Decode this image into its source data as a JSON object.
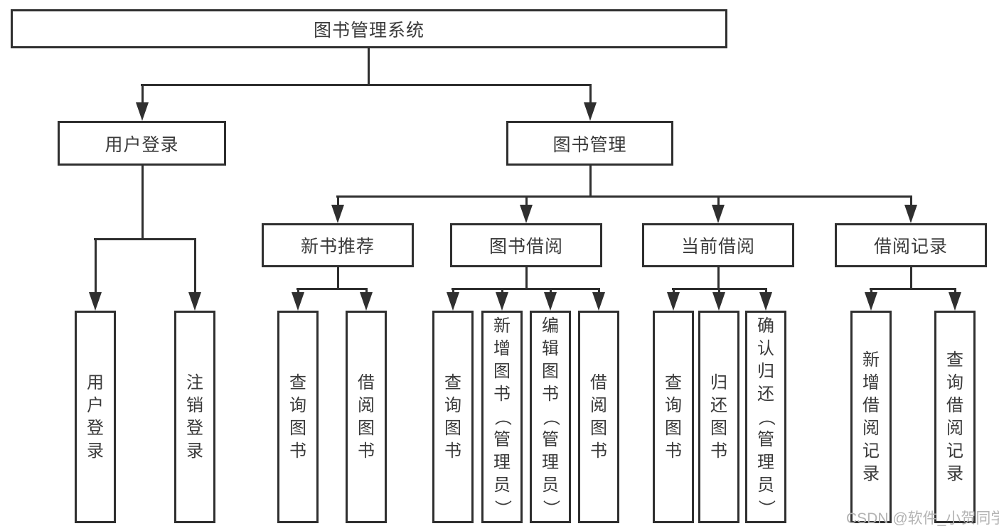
{
  "tree": {
    "root": {
      "label": "图书管理系统"
    },
    "branches": [
      {
        "label": "用户登录",
        "children": [
          {
            "label": "用户登录"
          },
          {
            "label": "注销登录"
          }
        ]
      },
      {
        "label": "图书管理",
        "children": [
          {
            "label": "新书推荐",
            "children": [
              {
                "label": "查询图书"
              },
              {
                "label": "借阅图书"
              }
            ]
          },
          {
            "label": "图书借阅",
            "children": [
              {
                "label": "查询图书"
              },
              {
                "label": "新增图书（管理员）"
              },
              {
                "label": "编辑图书（管理员）"
              },
              {
                "label": "借阅图书"
              }
            ]
          },
          {
            "label": "当前借阅",
            "children": [
              {
                "label": "查询图书"
              },
              {
                "label": "归还图书"
              },
              {
                "label": "确认归还（管理员）"
              }
            ]
          },
          {
            "label": "借阅记录",
            "children": [
              {
                "label": "新增借阅记录"
              },
              {
                "label": "查询借阅记录"
              }
            ]
          }
        ]
      }
    ]
  },
  "watermark": {
    "text": "CSDN @软件_小贺同学"
  },
  "colors": {
    "line": "#2f2f2f",
    "text": "#3a3a3a",
    "background": "#ffffff",
    "watermark": "#b3b3b3"
  }
}
